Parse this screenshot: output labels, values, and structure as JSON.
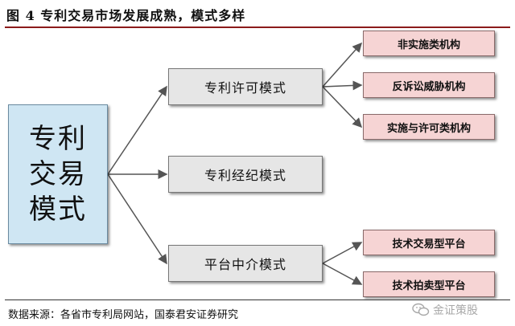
{
  "title": "图 4 专利交易市场发展成熟，模式多样",
  "main_box": {
    "label": "专利交易模式"
  },
  "modes": [
    {
      "label": "专利许可模式",
      "children": [
        {
          "label": "非实施类机构"
        },
        {
          "label": "反诉讼威胁机构"
        },
        {
          "label": "实施与许可类机构"
        }
      ]
    },
    {
      "label": "专利经纪模式",
      "children": []
    },
    {
      "label": "平台中介模式",
      "children": [
        {
          "label": "技术交易型平台"
        },
        {
          "label": "技术拍卖型平台"
        }
      ]
    }
  ],
  "source": "数据来源：各省市专利局网站，国泰君安证券研究",
  "watermark": "金证策股",
  "colors": {
    "main_fill": "#cfe6f3",
    "mode_fill": "#e6e6e6",
    "leaf_fill": "#f6d4d4",
    "title_rule": "#8b1a1a"
  }
}
